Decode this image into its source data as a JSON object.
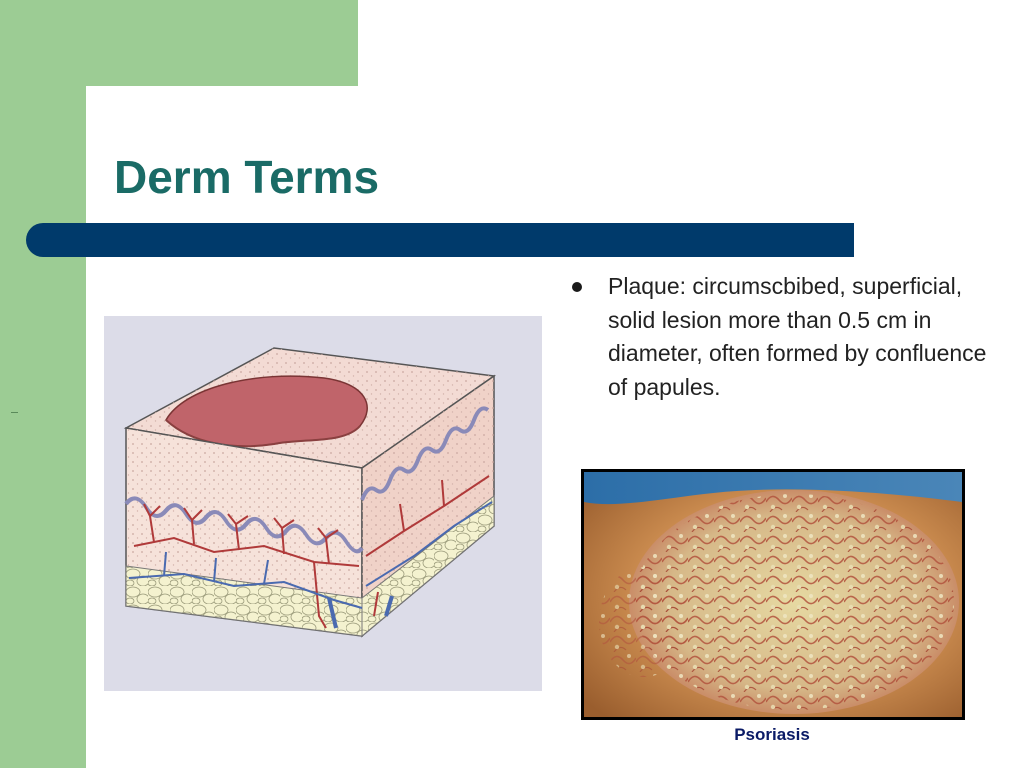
{
  "slide": {
    "title": "Derm Terms",
    "bullets": [
      "Plaque: circumscbibed, superficial, solid lesion more than 0.5 cm in diameter, often formed by confluence of papules."
    ],
    "image_caption": "Psoriasis",
    "colors": {
      "title": "#1a6b66",
      "title_bar": "#003a6b",
      "side_panel": "#9ccc94",
      "caption": "#0a1a66"
    }
  }
}
